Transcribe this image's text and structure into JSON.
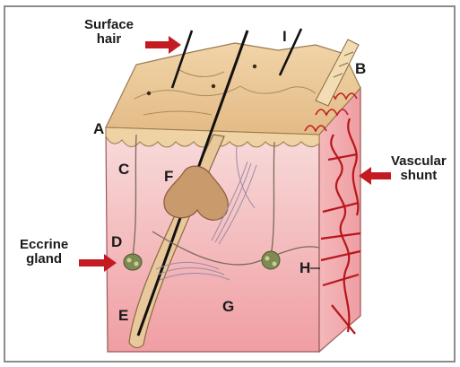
{
  "labels": {
    "surface_hair": [
      "Surface",
      "hair"
    ],
    "vascular_shunt": [
      "Vascular",
      "shunt"
    ],
    "eccrine_gland": [
      "Eccrine",
      "gland"
    ],
    "A": "A",
    "B": "B",
    "C": "C",
    "D": "D",
    "E": "E",
    "F": "F",
    "G": "G",
    "H": "H",
    "I": "I"
  },
  "colors": {
    "epidermis": "#e8c493",
    "dermis_top": "#f6d0d0",
    "dermis_bottom": "#f2a3a6",
    "vessel": "#b8151b",
    "arrow": "#c41b22",
    "gland": "#c89a6c"
  }
}
